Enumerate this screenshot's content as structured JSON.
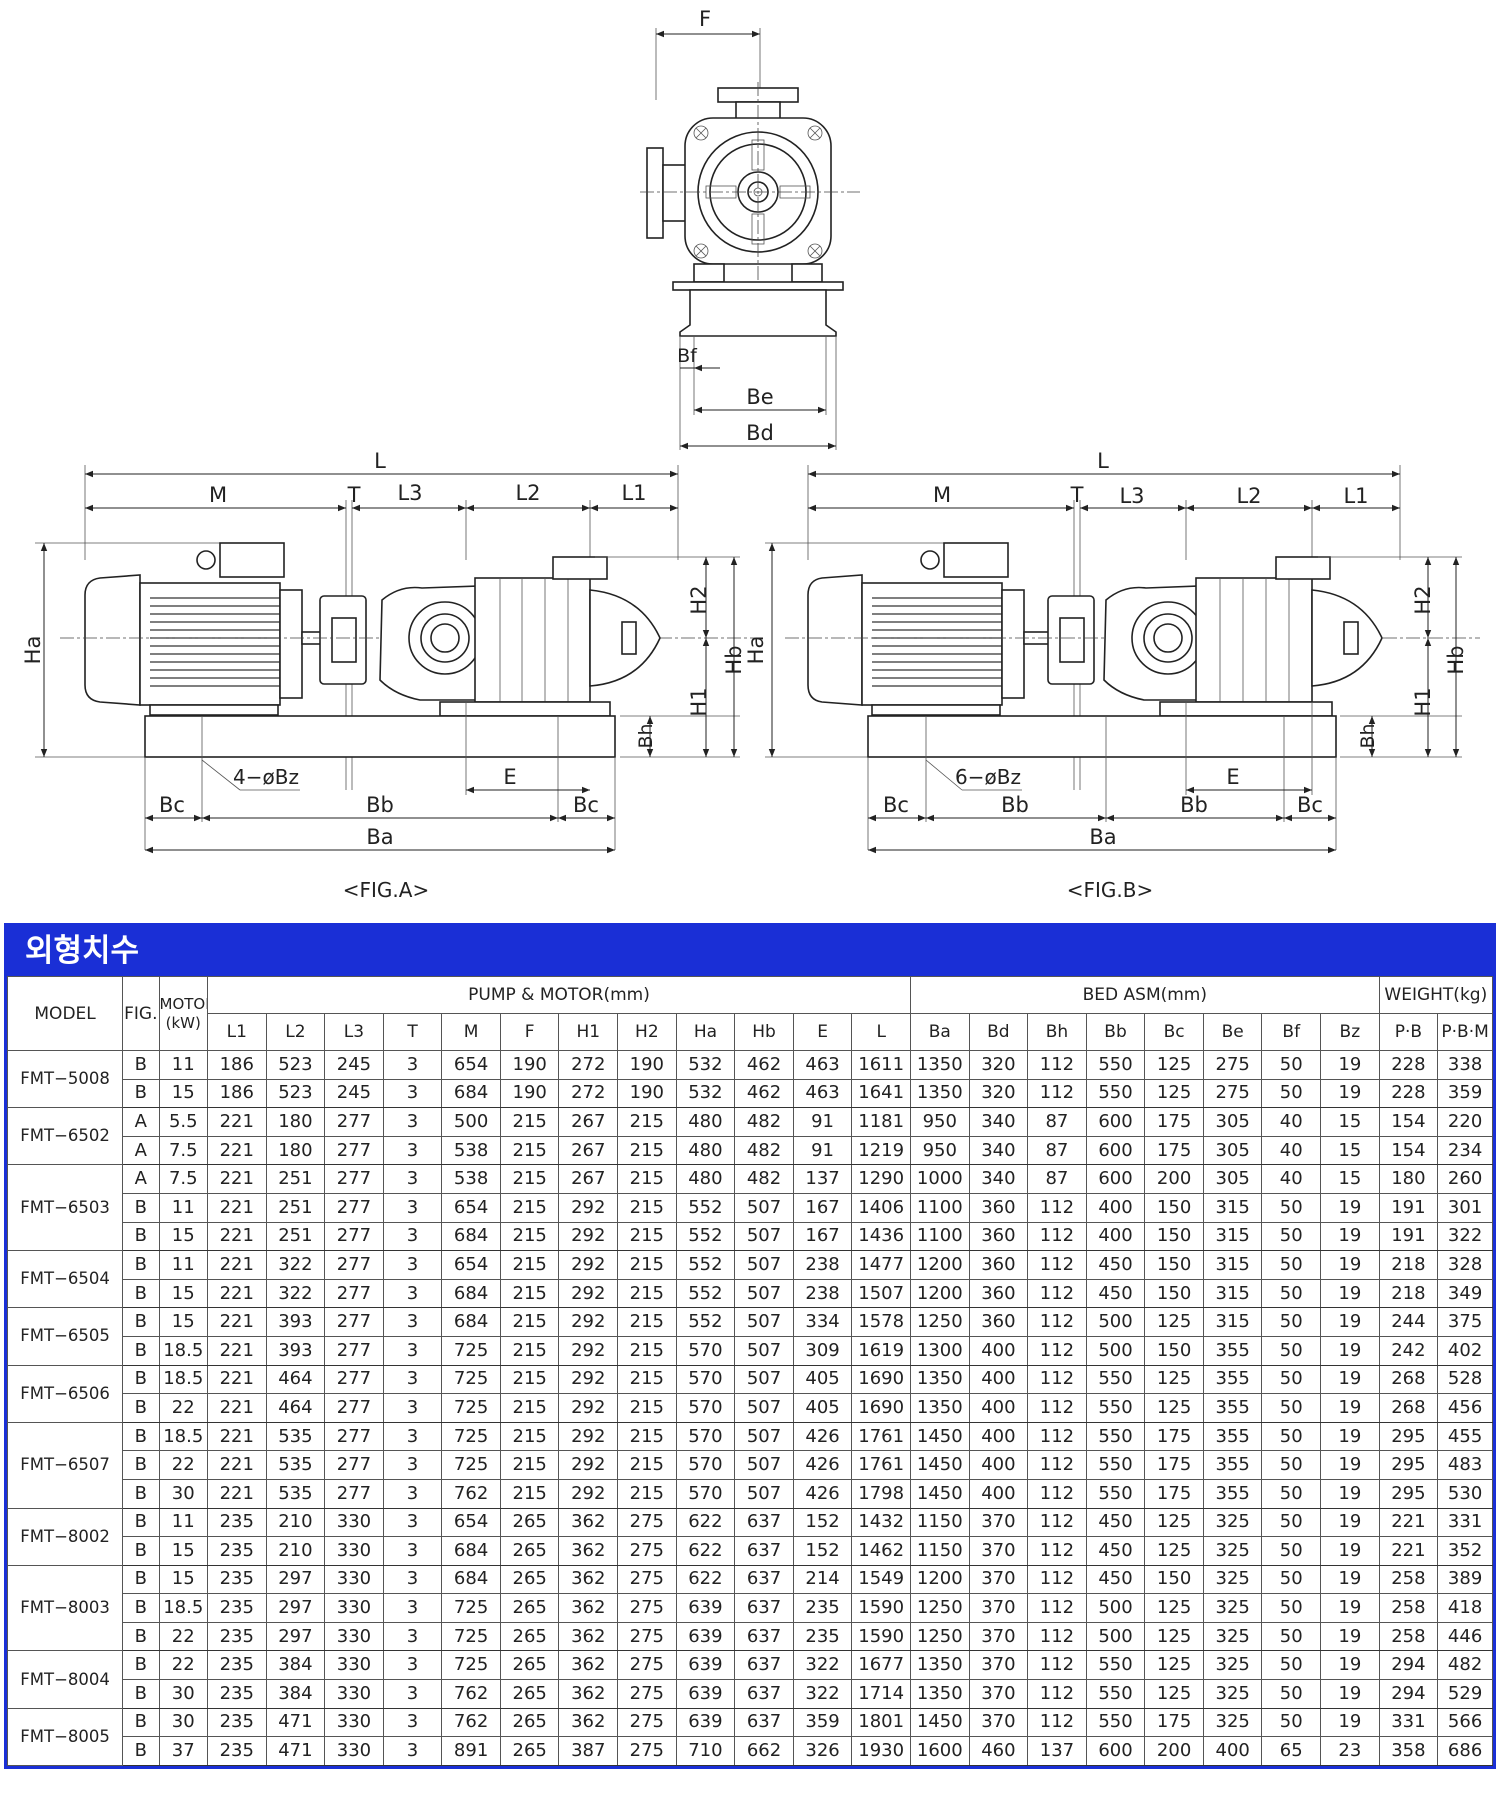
{
  "figures": {
    "top_view": {
      "F": "F",
      "Bf": "Bf",
      "Be": "Be",
      "Bd": "Bd"
    },
    "fig_a": {
      "caption": "<FIG.A>",
      "L": "L",
      "M": "M",
      "T": "T",
      "L3": "L3",
      "L2": "L2",
      "L1": "L1",
      "Ha": "Ha",
      "H2": "H2",
      "Hb": "Hb",
      "H1": "H1",
      "Bh": "Bh",
      "bolt": "4−øBz",
      "E": "E",
      "Bc_left": "Bc",
      "Bb": "Bb",
      "Bc_right": "Bc",
      "Ba": "Ba"
    },
    "fig_b": {
      "caption": "<FIG.B>",
      "L": "L",
      "M": "M",
      "T": "T",
      "L3": "L3",
      "L2": "L2",
      "L1": "L1",
      "Ha": "Ha",
      "H2": "H2",
      "Hb": "Hb",
      "H1": "H1",
      "Bh": "Bh",
      "bolt": "6−øBz",
      "E": "E",
      "Bc_left": "Bc",
      "Bb_left": "Bb",
      "Bb_right": "Bb",
      "Bc_right": "Bc",
      "Ba": "Ba"
    }
  },
  "table": {
    "title": "외형치수",
    "group_headers": {
      "model": "MODEL",
      "fig": "FIG.",
      "motor": "MOTOR",
      "motor_unit": "(kW)",
      "pump_motor": "PUMP & MOTOR(mm)",
      "bed": "BED ASM(mm)",
      "weight": "WEIGHT(kg)"
    },
    "columns": [
      "L1",
      "L2",
      "L3",
      "T",
      "M",
      "F",
      "H1",
      "H2",
      "Ha",
      "Hb",
      "E",
      "L",
      "Ba",
      "Bd",
      "Bh",
      "Bb",
      "Bc",
      "Be",
      "Bf",
      "Bz",
      "P·B",
      "P·B·M"
    ],
    "groups": [
      {
        "model": "FMT−5008",
        "rows": [
          [
            "B",
            "11",
            "186",
            "523",
            "245",
            "3",
            "654",
            "190",
            "272",
            "190",
            "532",
            "462",
            "463",
            "1611",
            "1350",
            "320",
            "112",
            "550",
            "125",
            "275",
            "50",
            "19",
            "228",
            "338"
          ],
          [
            "B",
            "15",
            "186",
            "523",
            "245",
            "3",
            "684",
            "190",
            "272",
            "190",
            "532",
            "462",
            "463",
            "1641",
            "1350",
            "320",
            "112",
            "550",
            "125",
            "275",
            "50",
            "19",
            "228",
            "359"
          ]
        ]
      },
      {
        "model": "FMT−6502",
        "rows": [
          [
            "A",
            "5.5",
            "221",
            "180",
            "277",
            "3",
            "500",
            "215",
            "267",
            "215",
            "480",
            "482",
            "91",
            "1181",
            "950",
            "340",
            "87",
            "600",
            "175",
            "305",
            "40",
            "15",
            "154",
            "220"
          ],
          [
            "A",
            "7.5",
            "221",
            "180",
            "277",
            "3",
            "538",
            "215",
            "267",
            "215",
            "480",
            "482",
            "91",
            "1219",
            "950",
            "340",
            "87",
            "600",
            "175",
            "305",
            "40",
            "15",
            "154",
            "234"
          ]
        ]
      },
      {
        "model": "FMT−6503",
        "rows": [
          [
            "A",
            "7.5",
            "221",
            "251",
            "277",
            "3",
            "538",
            "215",
            "267",
            "215",
            "480",
            "482",
            "137",
            "1290",
            "1000",
            "340",
            "87",
            "600",
            "200",
            "305",
            "40",
            "15",
            "180",
            "260"
          ],
          [
            "B",
            "11",
            "221",
            "251",
            "277",
            "3",
            "654",
            "215",
            "292",
            "215",
            "552",
            "507",
            "167",
            "1406",
            "1100",
            "360",
            "112",
            "400",
            "150",
            "315",
            "50",
            "19",
            "191",
            "301"
          ],
          [
            "B",
            "15",
            "221",
            "251",
            "277",
            "3",
            "684",
            "215",
            "292",
            "215",
            "552",
            "507",
            "167",
            "1436",
            "1100",
            "360",
            "112",
            "400",
            "150",
            "315",
            "50",
            "19",
            "191",
            "322"
          ]
        ]
      },
      {
        "model": "FMT−6504",
        "rows": [
          [
            "B",
            "11",
            "221",
            "322",
            "277",
            "3",
            "654",
            "215",
            "292",
            "215",
            "552",
            "507",
            "238",
            "1477",
            "1200",
            "360",
            "112",
            "450",
            "150",
            "315",
            "50",
            "19",
            "218",
            "328"
          ],
          [
            "B",
            "15",
            "221",
            "322",
            "277",
            "3",
            "684",
            "215",
            "292",
            "215",
            "552",
            "507",
            "238",
            "1507",
            "1200",
            "360",
            "112",
            "450",
            "150",
            "315",
            "50",
            "19",
            "218",
            "349"
          ]
        ]
      },
      {
        "model": "FMT−6505",
        "rows": [
          [
            "B",
            "15",
            "221",
            "393",
            "277",
            "3",
            "684",
            "215",
            "292",
            "215",
            "552",
            "507",
            "334",
            "1578",
            "1250",
            "360",
            "112",
            "500",
            "125",
            "315",
            "50",
            "19",
            "244",
            "375"
          ],
          [
            "B",
            "18.5",
            "221",
            "393",
            "277",
            "3",
            "725",
            "215",
            "292",
            "215",
            "570",
            "507",
            "309",
            "1619",
            "1300",
            "400",
            "112",
            "500",
            "150",
            "355",
            "50",
            "19",
            "242",
            "402"
          ]
        ]
      },
      {
        "model": "FMT−6506",
        "rows": [
          [
            "B",
            "18.5",
            "221",
            "464",
            "277",
            "3",
            "725",
            "215",
            "292",
            "215",
            "570",
            "507",
            "405",
            "1690",
            "1350",
            "400",
            "112",
            "550",
            "125",
            "355",
            "50",
            "19",
            "268",
            "528"
          ],
          [
            "B",
            "22",
            "221",
            "464",
            "277",
            "3",
            "725",
            "215",
            "292",
            "215",
            "570",
            "507",
            "405",
            "1690",
            "1350",
            "400",
            "112",
            "550",
            "125",
            "355",
            "50",
            "19",
            "268",
            "456"
          ]
        ]
      },
      {
        "model": "FMT−6507",
        "rows": [
          [
            "B",
            "18.5",
            "221",
            "535",
            "277",
            "3",
            "725",
            "215",
            "292",
            "215",
            "570",
            "507",
            "426",
            "1761",
            "1450",
            "400",
            "112",
            "550",
            "175",
            "355",
            "50",
            "19",
            "295",
            "455"
          ],
          [
            "B",
            "22",
            "221",
            "535",
            "277",
            "3",
            "725",
            "215",
            "292",
            "215",
            "570",
            "507",
            "426",
            "1761",
            "1450",
            "400",
            "112",
            "550",
            "175",
            "355",
            "50",
            "19",
            "295",
            "483"
          ],
          [
            "B",
            "30",
            "221",
            "535",
            "277",
            "3",
            "762",
            "215",
            "292",
            "215",
            "570",
            "507",
            "426",
            "1798",
            "1450",
            "400",
            "112",
            "550",
            "175",
            "355",
            "50",
            "19",
            "295",
            "530"
          ]
        ]
      },
      {
        "model": "FMT−8002",
        "rows": [
          [
            "B",
            "11",
            "235",
            "210",
            "330",
            "3",
            "654",
            "265",
            "362",
            "275",
            "622",
            "637",
            "152",
            "1432",
            "1150",
            "370",
            "112",
            "450",
            "125",
            "325",
            "50",
            "19",
            "221",
            "331"
          ],
          [
            "B",
            "15",
            "235",
            "210",
            "330",
            "3",
            "684",
            "265",
            "362",
            "275",
            "622",
            "637",
            "152",
            "1462",
            "1150",
            "370",
            "112",
            "450",
            "125",
            "325",
            "50",
            "19",
            "221",
            "352"
          ]
        ]
      },
      {
        "model": "FMT−8003",
        "rows": [
          [
            "B",
            "15",
            "235",
            "297",
            "330",
            "3",
            "684",
            "265",
            "362",
            "275",
            "622",
            "637",
            "214",
            "1549",
            "1200",
            "370",
            "112",
            "450",
            "150",
            "325",
            "50",
            "19",
            "258",
            "389"
          ],
          [
            "B",
            "18.5",
            "235",
            "297",
            "330",
            "3",
            "725",
            "265",
            "362",
            "275",
            "639",
            "637",
            "235",
            "1590",
            "1250",
            "370",
            "112",
            "500",
            "125",
            "325",
            "50",
            "19",
            "258",
            "418"
          ],
          [
            "B",
            "22",
            "235",
            "297",
            "330",
            "3",
            "725",
            "265",
            "362",
            "275",
            "639",
            "637",
            "235",
            "1590",
            "1250",
            "370",
            "112",
            "500",
            "125",
            "325",
            "50",
            "19",
            "258",
            "446"
          ]
        ]
      },
      {
        "model": "FMT−8004",
        "rows": [
          [
            "B",
            "22",
            "235",
            "384",
            "330",
            "3",
            "725",
            "265",
            "362",
            "275",
            "639",
            "637",
            "322",
            "1677",
            "1350",
            "370",
            "112",
            "550",
            "125",
            "325",
            "50",
            "19",
            "294",
            "482"
          ],
          [
            "B",
            "30",
            "235",
            "384",
            "330",
            "3",
            "762",
            "265",
            "362",
            "275",
            "639",
            "637",
            "322",
            "1714",
            "1350",
            "370",
            "112",
            "550",
            "125",
            "325",
            "50",
            "19",
            "294",
            "529"
          ]
        ]
      },
      {
        "model": "FMT−8005",
        "rows": [
          [
            "B",
            "30",
            "235",
            "471",
            "330",
            "3",
            "762",
            "265",
            "362",
            "275",
            "639",
            "637",
            "359",
            "1801",
            "1450",
            "370",
            "112",
            "550",
            "175",
            "325",
            "50",
            "19",
            "331",
            "566"
          ],
          [
            "B",
            "37",
            "235",
            "471",
            "330",
            "3",
            "891",
            "265",
            "387",
            "275",
            "710",
            "662",
            "326",
            "1930",
            "1600",
            "460",
            "137",
            "600",
            "200",
            "400",
            "65",
            "23",
            "358",
            "686"
          ]
        ]
      }
    ]
  }
}
